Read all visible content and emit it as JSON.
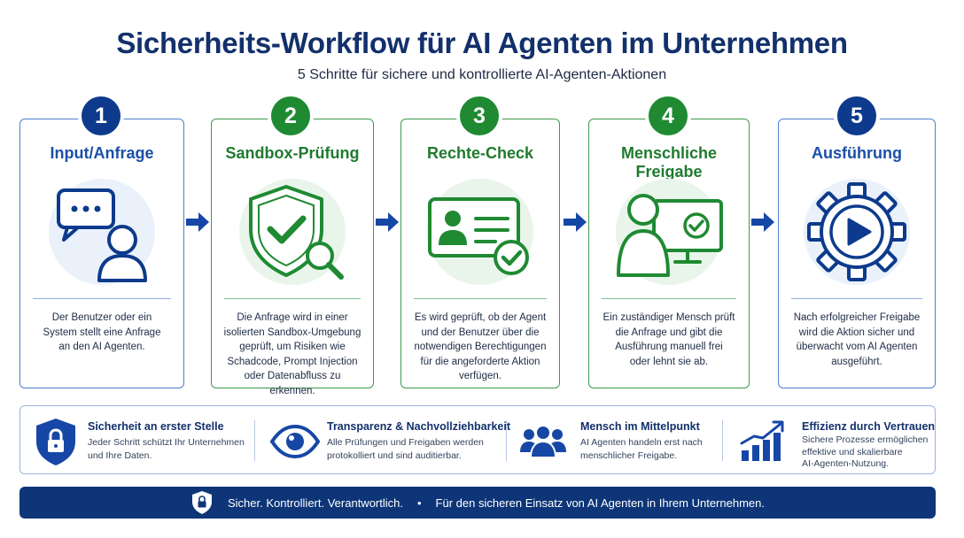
{
  "header": {
    "title": "Sicherheits-Workflow für AI Agenten im Unternehmen",
    "subtitle": "5 Schritte für sichere und kontrollierte AI-Agenten-Aktionen"
  },
  "steps": [
    {
      "number": "1",
      "title": "Input/Anfrage",
      "color": "#0d3a8c",
      "lines": [
        "Der Benutzer oder ein",
        "System stellt eine Anfrage",
        "an den AI Agenten."
      ]
    },
    {
      "number": "2",
      "title": "Sandbox-Prüfung",
      "color": "#1f8a32",
      "lines": [
        "Die Anfrage wird in einer",
        "isolierten Sandbox-Umgebung",
        "geprüft, um Risiken wie",
        "Schadcode, Prompt Injection",
        "oder Datenabfluss zu erkennen."
      ]
    },
    {
      "number": "3",
      "title": "Rechte-Check",
      "color": "#1f8a32",
      "lines": [
        "Es wird geprüft, ob der Agent",
        "und der Benutzer über die",
        "notwendigen Berechtigungen",
        "für die angeforderte Aktion",
        "verfügen."
      ]
    },
    {
      "number": "4",
      "title": "Menschliche Freigabe",
      "color": "#1f8a32",
      "lines": [
        "Ein zuständiger Mensch prüft",
        "die Anfrage und gibt die",
        "Ausführung manuell frei",
        "oder lehnt sie ab."
      ]
    },
    {
      "number": "5",
      "title": "Ausführung",
      "color": "#0d3a8c",
      "lines": [
        "Nach erfolgreicher Freigabe",
        "wird die Aktion sicher und",
        "überwacht vom AI Agenten",
        "ausgeführt."
      ]
    }
  ],
  "benefits": [
    {
      "icon": "lock-shield-icon",
      "title": "Sicherheit an erster Stelle",
      "lines": [
        "Jeder Schritt schützt Ihr Unternehmen",
        "und Ihre Daten."
      ]
    },
    {
      "icon": "eye-icon",
      "title": "Transparenz & Nachvollziehbarkeit",
      "lines": [
        "Alle Prüfungen und Freigaben werden",
        "protokolliert und sind auditierbar."
      ]
    },
    {
      "icon": "people-icon",
      "title": "Mensch im Mittelpunkt",
      "lines": [
        "AI Agenten handeln erst nach",
        "menschlicher Freigabe."
      ]
    },
    {
      "icon": "growth-chart-icon",
      "title": "Effizienz durch Vertrauen",
      "lines": [
        "Sichere Prozesse ermöglichen",
        "effektive und skalierbare",
        "AI-Agenten-Nutzung."
      ]
    }
  ],
  "footer": {
    "left": "Sicher. Kontrolliert. Verantwortlich.",
    "separator": "•",
    "right": "Für den sicheren Einsatz von AI Agenten in Ihrem Unternehmen."
  },
  "colors": {
    "navy": "#0d3a8c",
    "green": "#1f8a32",
    "footer": "#0d3578"
  }
}
